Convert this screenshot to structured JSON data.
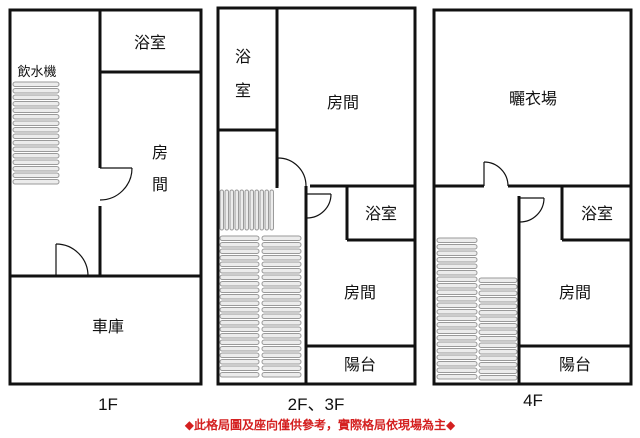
{
  "floors": {
    "f1": {
      "label": "1F",
      "rooms": {
        "bathroom": "浴室",
        "water_dispenser": "飲水機",
        "bedroom_char1": "房",
        "bedroom_char2": "間",
        "garage": "車庫"
      }
    },
    "f2": {
      "label": "2F、3F",
      "rooms": {
        "bath_left_char1": "浴",
        "bath_left_char2": "室",
        "bedroom_top": "房間",
        "bath_right": "浴室",
        "bedroom_bottom": "房間",
        "balcony": "陽台"
      }
    },
    "f4": {
      "label": "4F",
      "rooms": {
        "laundry": "曬衣場",
        "bathroom": "浴室",
        "bedroom": "房間",
        "balcony": "陽台"
      }
    }
  },
  "disclaimer": "◆此格局圖及座向僅供參考，實際格局依現場為主◆",
  "colors": {
    "disclaimer": "#d42020",
    "wall": "#111111",
    "stair_fill": "#ececec"
  }
}
